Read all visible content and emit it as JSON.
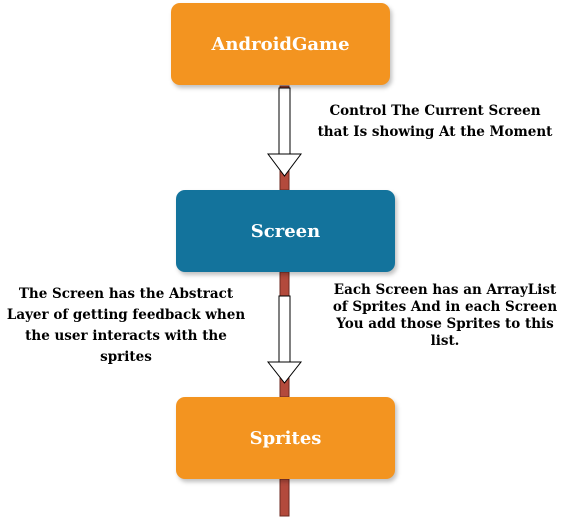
{
  "nodes": {
    "android_game": "AndroidGame",
    "screen": "Screen",
    "sprites": "Sprites"
  },
  "annotations": {
    "control": "Control The Current Screen\nthat Is showing At the Moment",
    "abstract_layer": "The Screen has the Abstract\nLayer of getting feedback when\nthe user interacts with the\nsprites",
    "arraylist": "Each Screen has an ArrayList\nof Sprites And in each Screen\nYou add those Sprites to this\nlist."
  },
  "colors": {
    "orange_node": "#f39420",
    "blue_node": "#13739c",
    "connector": "#b34a3c"
  }
}
